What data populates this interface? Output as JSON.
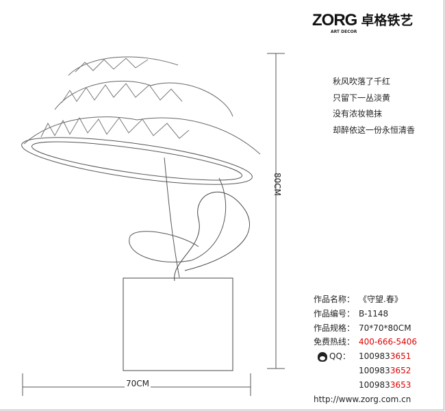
{
  "logo": {
    "word": "ZORG",
    "sub": "ART DECOR",
    "cn": "卓格铁艺"
  },
  "poem": [
    "秋风吹落了千红",
    "只留下一丛淡黄",
    "没有浓妆艳抹",
    "却醉依这一份永恒清香"
  ],
  "dims": {
    "height": "80CM",
    "width": "70CM"
  },
  "info": {
    "name_label": "作品名称：",
    "name": "《守望.春》",
    "code_label": "作品编号：",
    "code": "B-1148",
    "spec_label": "作品规格：",
    "spec": "70*70*80CM",
    "hotline_label": "免费热线：",
    "hotline": "400-666-5406",
    "qq_label": "QQ：",
    "qq": [
      {
        "a": "100983",
        "b": "3651"
      },
      {
        "a": "100983",
        "b": "3652"
      },
      {
        "a": "100983",
        "b": "3653"
      }
    ],
    "url": "http://www.zorg.com.cn"
  }
}
